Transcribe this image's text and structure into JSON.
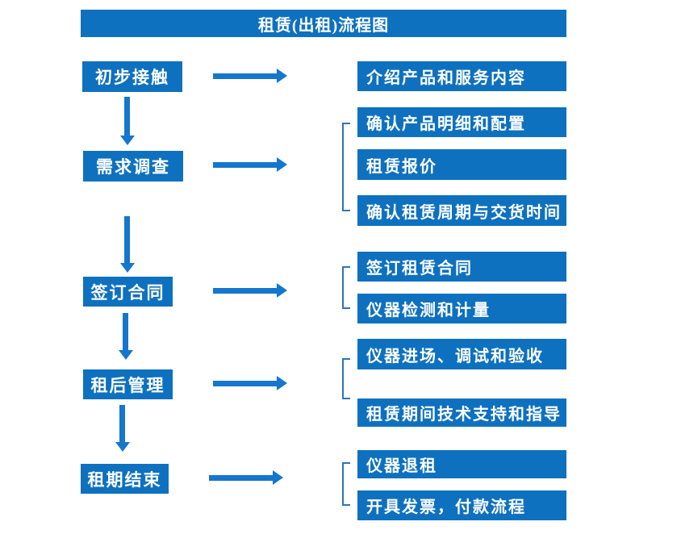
{
  "title": "租赁(出租)流程图",
  "colors": {
    "box_blue": "#0E71BF",
    "arrow_blue": "#1576CE",
    "bracket_blue": "#2E75B6",
    "text_white": "#FFFFFF",
    "background": "#FFFFFF"
  },
  "flow": [
    {
      "step": "初步接触",
      "outputs": [
        "介绍产品和服务内容"
      ]
    },
    {
      "step": "需求调查",
      "outputs": [
        "确认产品明细和配置",
        "租赁报价",
        "确认租赁周期与交货时间"
      ]
    },
    {
      "step": "签订合同",
      "outputs": [
        "签订租赁合同",
        "仪器检测和计量"
      ]
    },
    {
      "step": "租后管理",
      "outputs": [
        "仪器进场、调试和验收",
        "租赁期间技术支持和指导"
      ]
    },
    {
      "step": "租期结束",
      "outputs": [
        "仪器退租",
        "开具发票，付款流程"
      ]
    }
  ]
}
